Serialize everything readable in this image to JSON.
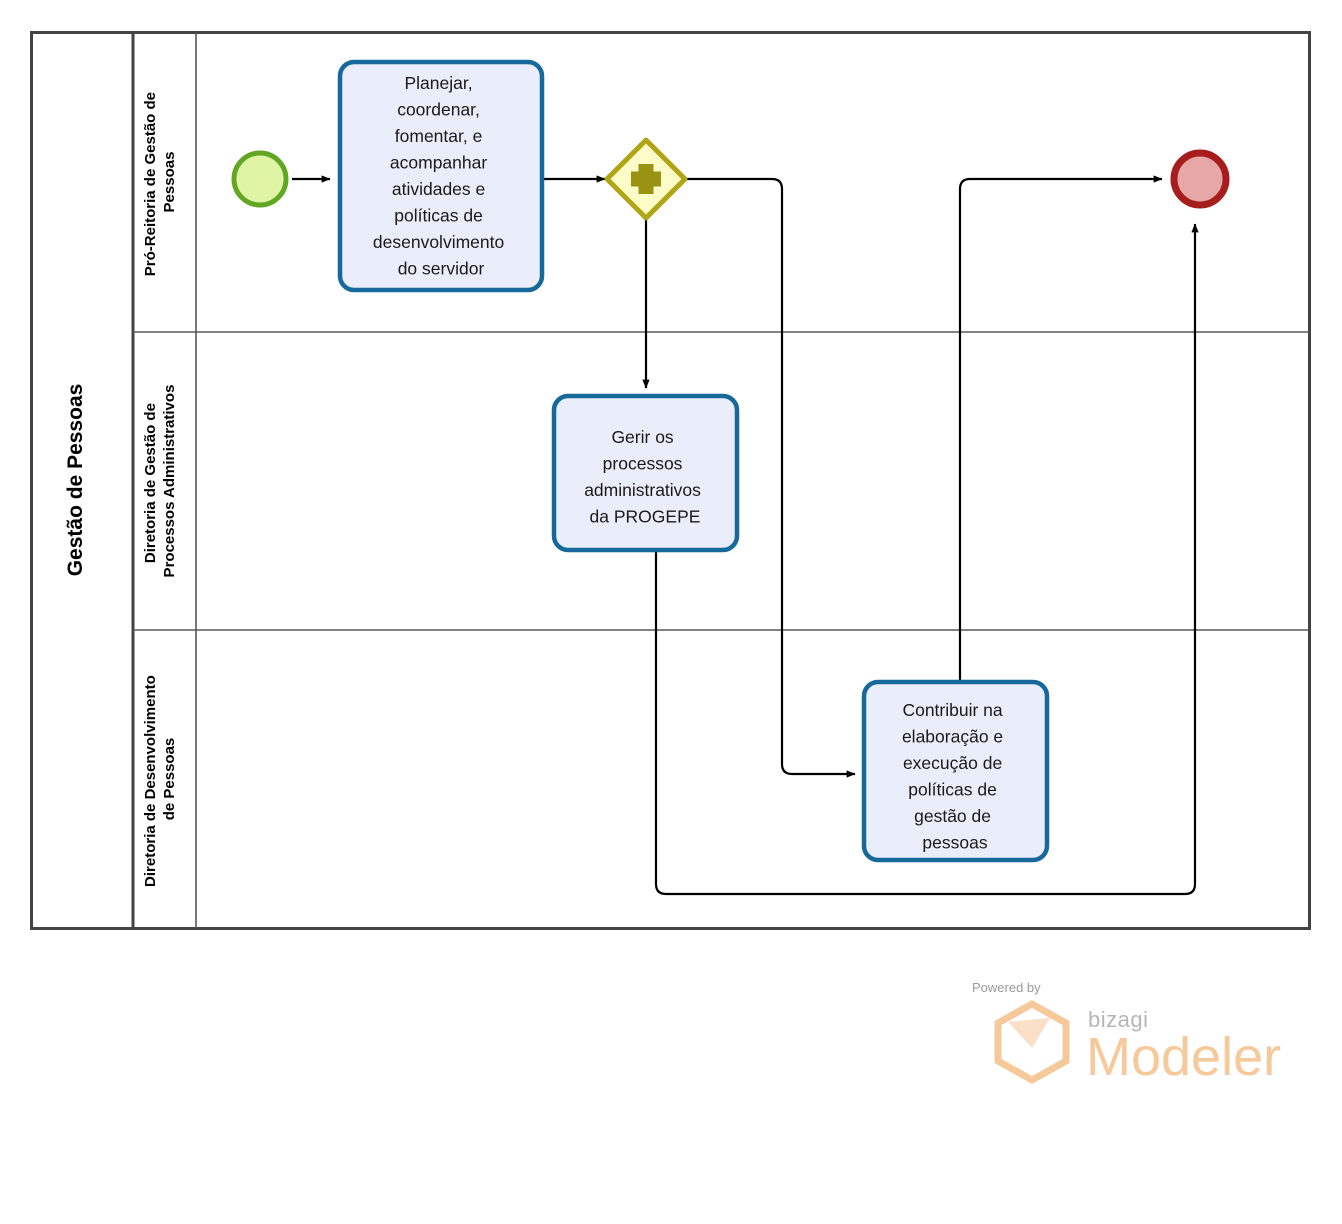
{
  "diagram": {
    "type": "bpmn-process-diagram",
    "pool": {
      "name": "Gestão de Pessoas"
    },
    "lanes": [
      {
        "id": "lane1",
        "name": "Pró-Reitoria de Gestão de Pessoas"
      },
      {
        "id": "lane2",
        "name": "Diretoria de Gestão de Processos Administrativos"
      },
      {
        "id": "lane3",
        "name": "Diretoria de Desenvolvimento de Pessoas"
      }
    ],
    "events": [
      {
        "id": "start",
        "kind": "start-event",
        "lane": "lane1",
        "label": ""
      },
      {
        "id": "end",
        "kind": "end-event",
        "lane": "lane1",
        "label": ""
      }
    ],
    "gateways": [
      {
        "id": "gw1",
        "kind": "parallel-gateway",
        "lane": "lane1",
        "symbol": "+",
        "label": ""
      }
    ],
    "tasks": [
      {
        "id": "task1",
        "lane": "lane1",
        "label": "Planejar, coordenar, fomentar, e acompanhar atividades e políticas de desenvolvimento do servidor",
        "lines": [
          "Planejar,",
          "coordenar,",
          "fomentar, e",
          "acompanhar",
          "atividades e",
          "políticas de",
          "desenvolvimento",
          "do servidor"
        ]
      },
      {
        "id": "task2",
        "lane": "lane2",
        "label": "Gerir os processos administrativos da PROGEPE",
        "lines": [
          "Gerir os",
          "processos",
          "administrativos",
          "da PROGEPE"
        ]
      },
      {
        "id": "task3",
        "lane": "lane3",
        "label": "Contribuir na elaboração e execução de políticas de gestão de pessoas",
        "lines": [
          "Contribuir na",
          "elaboração e",
          "execução de",
          "políticas de",
          "gestão de",
          "pessoas"
        ]
      }
    ],
    "flows": [
      {
        "from": "start",
        "to": "task1",
        "label": ""
      },
      {
        "from": "task1",
        "to": "gw1",
        "label": ""
      },
      {
        "from": "gw1",
        "to": "task2",
        "label": ""
      },
      {
        "from": "gw1",
        "to": "task3",
        "label": ""
      },
      {
        "from": "task2",
        "to": "end",
        "label": ""
      },
      {
        "from": "task3",
        "to": "end",
        "label": ""
      }
    ]
  },
  "branding": {
    "powered_by": "Powered by",
    "product_small": "bizagi",
    "product_large": "Modeler"
  },
  "colors": {
    "task_fill": "#EAEEFB",
    "task_stroke": "#16699A",
    "start_fill": "#DFF5A5",
    "start_stroke": "#62A724",
    "end_fill": "#E8A7A7",
    "end_stroke": "#A71D1D",
    "gateway_fill": "#FCFCC8",
    "gateway_stroke": "#AFA515",
    "gateway_symbol": "#9A9212",
    "pool_stroke": "#434343",
    "lane_stroke": "#595959",
    "flow_stroke": "#000000",
    "brand_orange": "#F6C99A"
  }
}
